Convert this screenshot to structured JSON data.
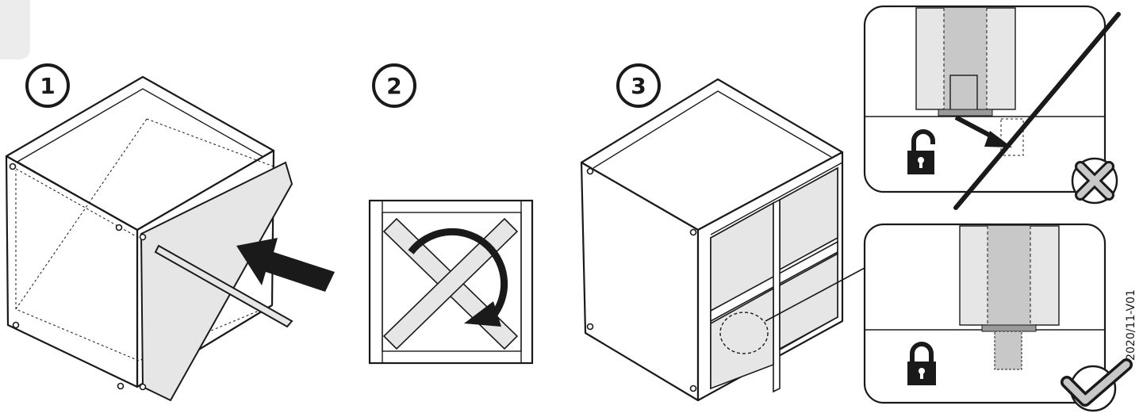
{
  "steps": [
    {
      "number": "1",
      "icon": "insert-shelf-step"
    },
    {
      "number": "2",
      "icon": "rotate-cross-divider-step"
    },
    {
      "number": "3",
      "icon": "lock-dowel-step"
    }
  ],
  "detail_panels": [
    {
      "state": "wrong",
      "lock_icon": "unlocked-padlock-icon",
      "mark_icon": "cross-mark-icon"
    },
    {
      "state": "correct",
      "lock_icon": "locked-padlock-icon",
      "mark_icon": "check-mark-icon"
    }
  ],
  "doc_code": "2020/11-V01",
  "colors": {
    "ink": "#1a1a1a",
    "light_grey": "#e6e6e6",
    "mid_grey": "#c8c8c8",
    "dark_grey": "#9a9a9a",
    "corner_tab": "#ececec"
  }
}
